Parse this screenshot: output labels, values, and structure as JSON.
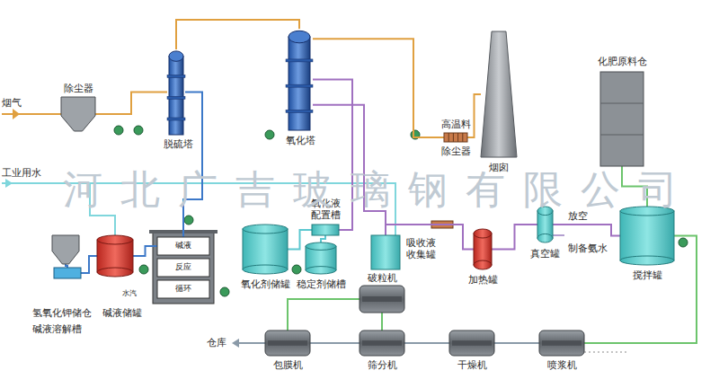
{
  "diagram": {
    "nodes": [
      {
        "text": [
          "除尘器"
        ]
      },
      {
        "text": [
          "脱硫塔"
        ]
      },
      {
        "text": [
          "氧化塔"
        ]
      },
      {
        "text": [
          "高温料",
          "除尘器"
        ]
      },
      {
        "text": [
          "烟囱"
        ]
      },
      {
        "text": [
          "化肥原料仓"
        ]
      },
      {
        "text": [
          "氧化液配置槽"
        ]
      },
      {
        "text": [
          "氧化剂储罐"
        ]
      },
      {
        "text": [
          "稳定剂储槽"
        ]
      },
      {
        "text": [
          "吸收液收集罐"
        ]
      },
      {
        "text": [
          "加热罐"
        ]
      },
      {
        "text": [
          "真空罐"
        ]
      },
      {
        "text": [
          "搅拌罐"
        ]
      },
      {
        "text": [
          "氢氧化钾储仓"
        ]
      },
      {
        "text": [
          "碱液储罐"
        ]
      },
      {
        "text": [
          "碱液溶解槽"
        ]
      },
      {
        "text": [
          "碱液"
        ]
      },
      {
        "text": [
          "反应"
        ]
      },
      {
        "text": [
          "循环"
        ]
      },
      {
        "text": [
          "破粒机"
        ]
      },
      {
        "text": [
          "包膜机"
        ]
      },
      {
        "text": [
          "筛分机"
        ]
      },
      {
        "text": [
          "干燥机"
        ]
      },
      {
        "text": [
          "喷浆机"
        ]
      }
    ],
    "edges": [
      {
        "from": 0,
        "to": 1,
        "arrow": "none"
      },
      {
        "from": 1,
        "to": 2,
        "arrow": "none"
      },
      {
        "from": 2,
        "to": 3,
        "arrow": "none"
      },
      {
        "from": 3,
        "to": 4,
        "arrow": "none"
      },
      {
        "from": 2,
        "to": 9,
        "arrow": "none"
      },
      {
        "from": 6,
        "to": 2,
        "arrow": "none"
      },
      {
        "from": 7,
        "to": 6,
        "arrow": "none"
      },
      {
        "from": 8,
        "to": 6,
        "arrow": "none"
      },
      {
        "from": 9,
        "to": 10,
        "arrow": "none"
      },
      {
        "from": 10,
        "to": 11,
        "arrow": "none"
      },
      {
        "from": 11,
        "to": 12,
        "arrow": "none"
      },
      {
        "from": 5,
        "to": 12,
        "arrow": "none"
      },
      {
        "from": 12,
        "to": 23,
        "arrow": "none"
      },
      {
        "from": 23,
        "to": 22,
        "arrow": "none"
      },
      {
        "from": 22,
        "to": 21,
        "arrow": "none"
      },
      {
        "from": 21,
        "to": 20,
        "arrow": "none"
      },
      {
        "from": 21,
        "to": 19,
        "arrow": "none"
      },
      {
        "from": 19,
        "to": 20,
        "arrow": "none"
      },
      {
        "from": 13,
        "to": 15,
        "arrow": "none"
      },
      {
        "from": 15,
        "to": 14,
        "arrow": "none"
      },
      {
        "from": 14,
        "to": 16,
        "arrow": "none"
      },
      {
        "from": 16,
        "to": 1,
        "arrow": "none"
      }
    ],
    "labels": [
      "烟气",
      "工业用水",
      "河北广吉玻璃钢有限公司",
      "放空",
      "制备氨水",
      "仓库",
      "水汽"
    ]
  }
}
